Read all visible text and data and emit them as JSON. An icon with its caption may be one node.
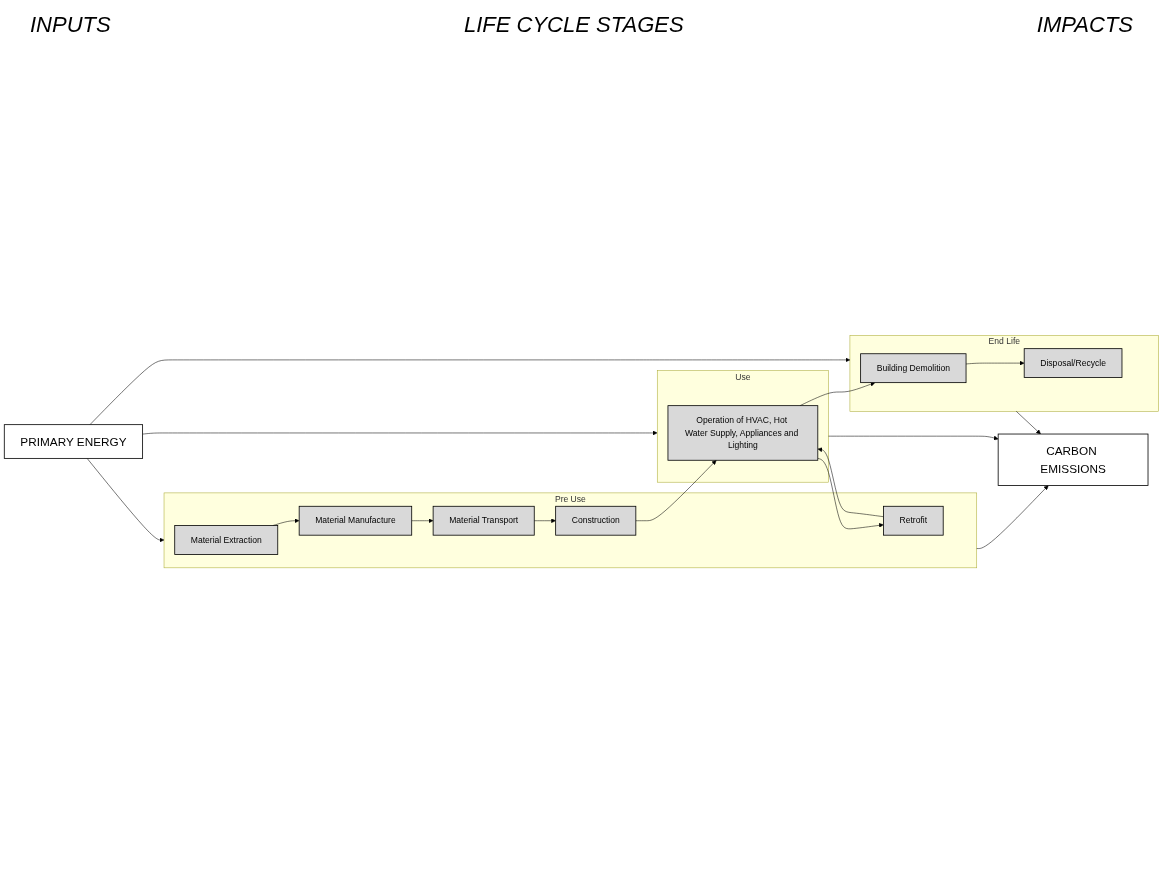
{
  "diagram": {
    "nodes": [
      {
        "text": [
          "PRIMARY ENERGY"
        ]
      },
      {
        "text": [
          "Pre Use"
        ]
      },
      {
        "text": [
          "Material Extraction"
        ],
        "in": 1
      },
      {
        "text": [
          "Material Manufacture"
        ],
        "in": 1
      },
      {
        "text": [
          "Material Transport"
        ],
        "in": 1
      },
      {
        "text": [
          "Construction"
        ],
        "in": 1
      },
      {
        "text": [
          "Retrofit"
        ],
        "in": 1
      },
      {
        "text": [
          "Use"
        ]
      },
      {
        "text": [
          "Operation of HVAC, Hot Water Supply, Appliances and Lighting"
        ],
        "in": 7
      },
      {
        "text": [
          "End Life"
        ]
      },
      {
        "text": [
          "Building Demolition"
        ],
        "in": 9
      },
      {
        "text": [
          "Disposal/Recycle"
        ],
        "in": 9
      },
      {
        "text": [
          "CARBON EMISSIONS"
        ]
      }
    ],
    "edges": [
      {
        "from": 0,
        "to": 1,
        "arrow": "to"
      },
      {
        "from": 0,
        "to": 7,
        "arrow": "to"
      },
      {
        "from": 0,
        "to": 9,
        "arrow": "to"
      },
      {
        "from": 2,
        "to": 3,
        "arrow": "to"
      },
      {
        "from": 3,
        "to": 4,
        "arrow": "to"
      },
      {
        "from": 4,
        "to": 5,
        "arrow": "to"
      },
      {
        "from": 5,
        "to": 8,
        "arrow": "to"
      },
      {
        "from": 8,
        "to": 6,
        "arrow": "to"
      },
      {
        "from": 6,
        "to": 8,
        "arrow": "to"
      },
      {
        "from": 8,
        "to": 10,
        "arrow": "to"
      },
      {
        "from": 10,
        "to": 11,
        "arrow": "to"
      },
      {
        "from": 1,
        "to": 12,
        "arrow": "to"
      },
      {
        "from": 7,
        "to": 12,
        "arrow": "to"
      },
      {
        "from": 9,
        "to": 12,
        "arrow": "to"
      }
    ],
    "labels": [
      "INPUTS",
      "LIFE CYCLE STAGES",
      "IMPACTS"
    ]
  }
}
